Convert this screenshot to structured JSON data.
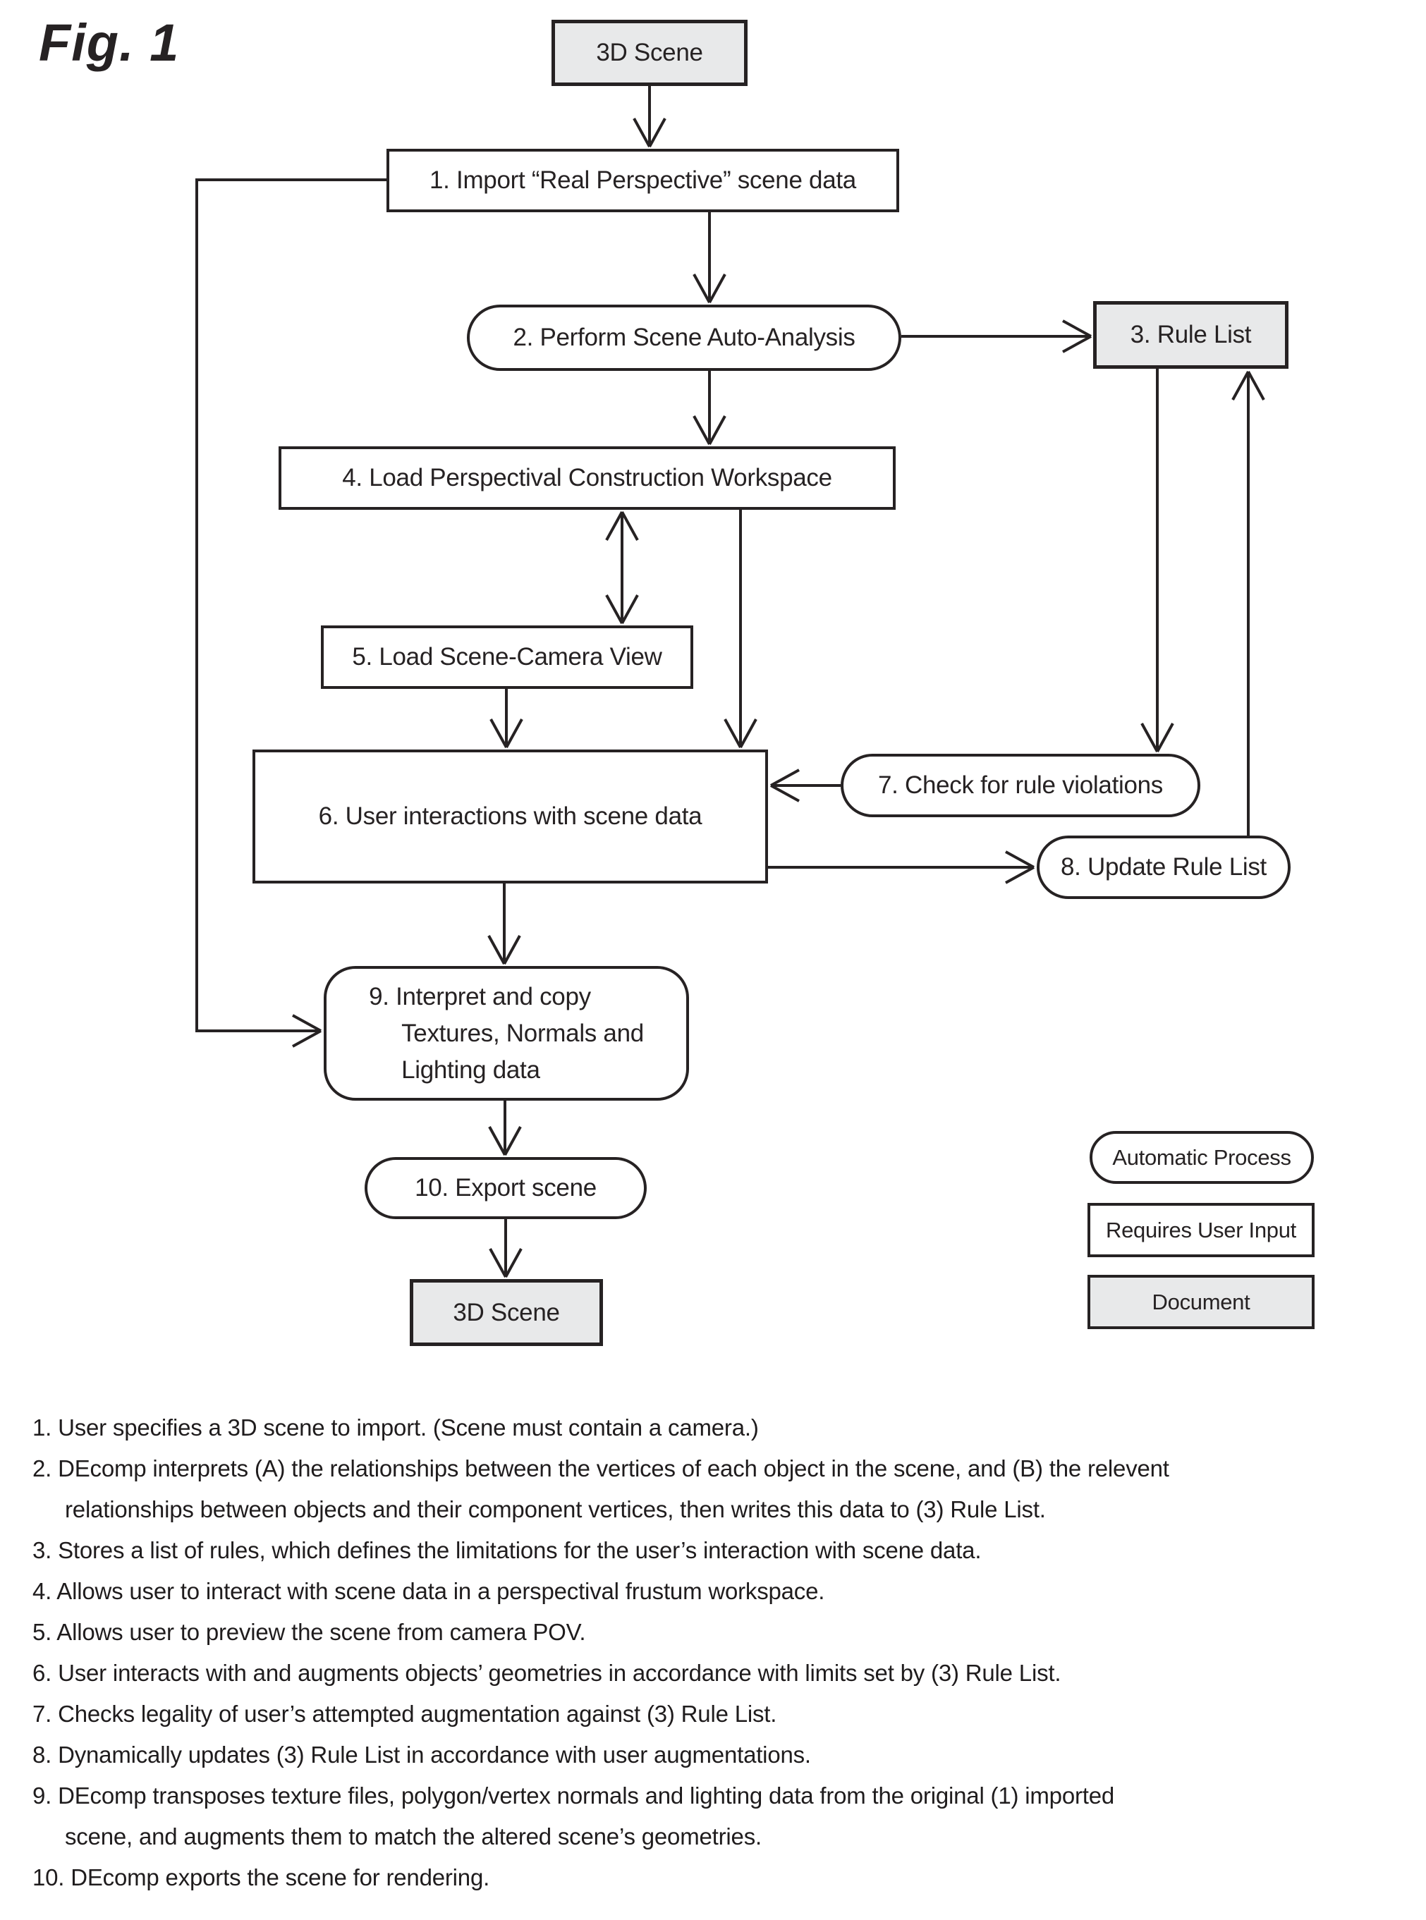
{
  "figure": {
    "label": "Fig. 1"
  },
  "colors": {
    "background": "#ffffff",
    "line": "#262223",
    "text": "#262223",
    "document_fill": "#e8e9ea",
    "process_fill": "#ffffff"
  },
  "nodes": {
    "scene_top": {
      "label": "3D Scene",
      "type": "document"
    },
    "n1": {
      "label": "1. Import “Real Perspective” scene data",
      "type": "requires-user-input"
    },
    "n2": {
      "label": "2. Perform Scene Auto-Analysis",
      "type": "automatic-process"
    },
    "n3": {
      "label": "3. Rule List",
      "type": "document"
    },
    "n4": {
      "label": "4. Load Perspectival Construction Workspace",
      "type": "requires-user-input"
    },
    "n5": {
      "label": "5. Load Scene-Camera View",
      "type": "requires-user-input"
    },
    "n6": {
      "label": "6. User interactions with scene data",
      "type": "requires-user-input"
    },
    "n7": {
      "label": "7. Check for rule violations",
      "type": "automatic-process"
    },
    "n8": {
      "label": "8. Update Rule List",
      "type": "automatic-process"
    },
    "n9": {
      "label": "9. Interpret and copy\nTextures, Normals and\nLighting data",
      "type": "automatic-process"
    },
    "n10": {
      "label": "10. Export scene",
      "type": "automatic-process"
    },
    "scene_bottom": {
      "label": "3D Scene",
      "type": "document"
    }
  },
  "legend": {
    "automatic": "Automatic Process",
    "user_input": "Requires User Input",
    "document": "Document"
  },
  "notes": [
    "1. User specifies a 3D scene to import. (Scene must contain a camera.)",
    "2. DEcomp interprets (A) the relationships between the vertices of each object in the scene, and (B) the relevent\nrelationships between objects and their component vertices, then writes this data to (3) Rule List.",
    "3. Stores a list of rules, which defines the limitations for the user’s interaction with scene data.",
    "4. Allows user to interact with scene data in a perspectival frustum workspace.",
    "5. Allows user to preview the scene from camera POV.",
    "6. User interacts with and augments objects’ geometries in accordance with limits set by (3) Rule List.",
    "7. Checks legality of user’s attempted augmentation against (3) Rule List.",
    "8. Dynamically updates (3) Rule List in accordance with user augmentations.",
    "9. DEcomp transposes texture files, polygon/vertex normals and lighting data from the original (1) imported\nscene, and augments them to match the altered scene’s geometries.",
    "10. DEcomp exports the scene for rendering."
  ]
}
